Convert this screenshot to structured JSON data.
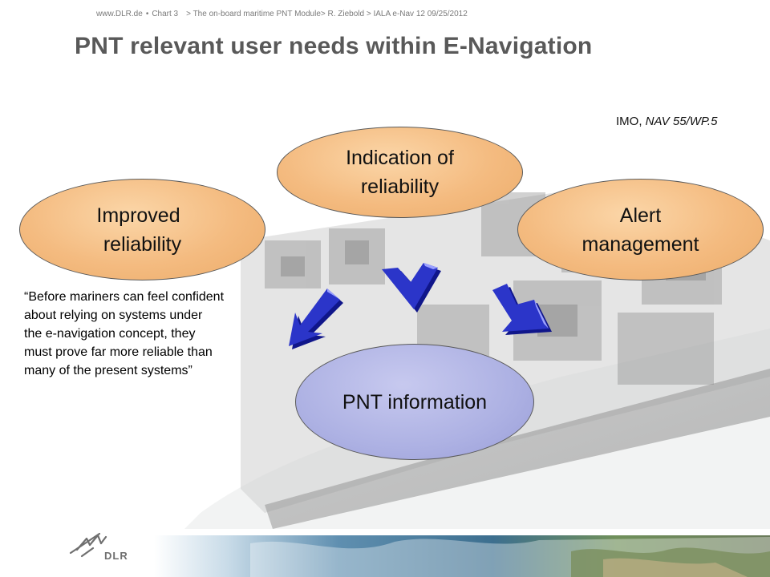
{
  "header": {
    "site": "www.DLR.de",
    "chart": "Chart 3",
    "breadcrumb": "> The on-board maritime PNT Module> R. Ziebold > IALA e-Nav 12 09/25/2012"
  },
  "title": "PNT relevant user needs within E-Navigation",
  "source": {
    "prefix": "IMO, ",
    "doc": "NAV 55/WP.5"
  },
  "nodes": {
    "indication": [
      "Indication of",
      "reliability"
    ],
    "improved": [
      "Improved",
      "reliability"
    ],
    "alert": [
      "Alert",
      "management"
    ],
    "pnt": [
      "PNT information"
    ]
  },
  "quote_lines": [
    "“Before mariners can feel confident",
    "about relying on systems under",
    "the e-navigation concept, they",
    "must prove far more reliable than",
    "many of the present systems”"
  ],
  "logo_text": "DLR",
  "colors": {
    "orange_fill": "#f4bb80",
    "blue_fill": "#adb1e3",
    "arrow_blue": "#2b35c9",
    "title_gray": "#595959"
  }
}
